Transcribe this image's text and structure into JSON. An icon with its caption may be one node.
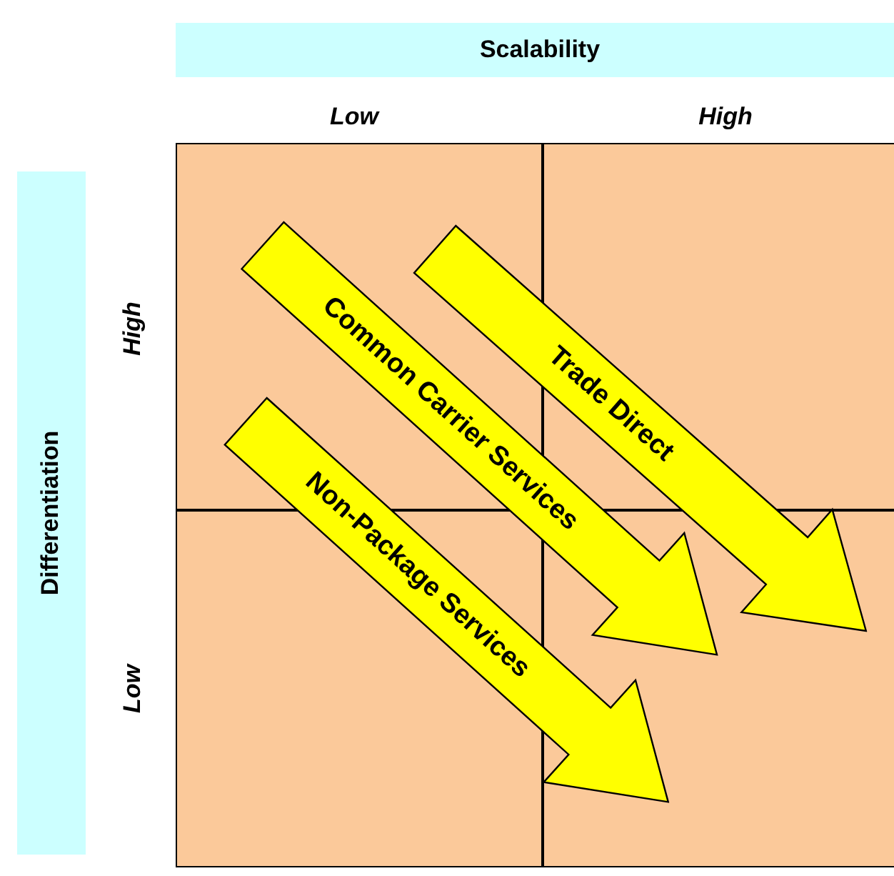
{
  "diagram": {
    "nodes": [
      {
        "text": [
          "Scalability"
        ]
      },
      {
        "text": [
          "Differentiation"
        ]
      },
      {
        "text": [
          "Common Carrier Services"
        ]
      },
      {
        "text": [
          "Trade Direct"
        ]
      },
      {
        "text": [
          "Non-Package Services"
        ]
      }
    ],
    "labels": [
      "Low",
      "High",
      "High",
      "Low"
    ]
  }
}
